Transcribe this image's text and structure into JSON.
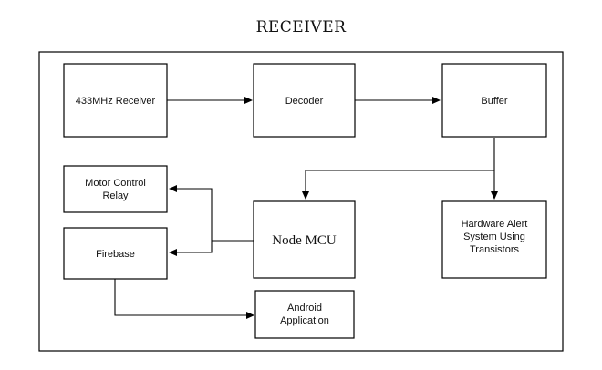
{
  "title": "RECEIVER",
  "blocks": {
    "receiver": [
      "433MHz Receiver"
    ],
    "decoder": [
      "Decoder"
    ],
    "buffer": [
      "Buffer"
    ],
    "motor_relay": [
      "Motor Control",
      "Relay"
    ],
    "firebase": [
      "Firebase"
    ],
    "node_mcu": [
      "Node MCU"
    ],
    "hardware_alert": [
      "Hardware Alert",
      "System Using",
      "Transistors"
    ],
    "android_app": [
      "Android",
      "Application"
    ]
  }
}
